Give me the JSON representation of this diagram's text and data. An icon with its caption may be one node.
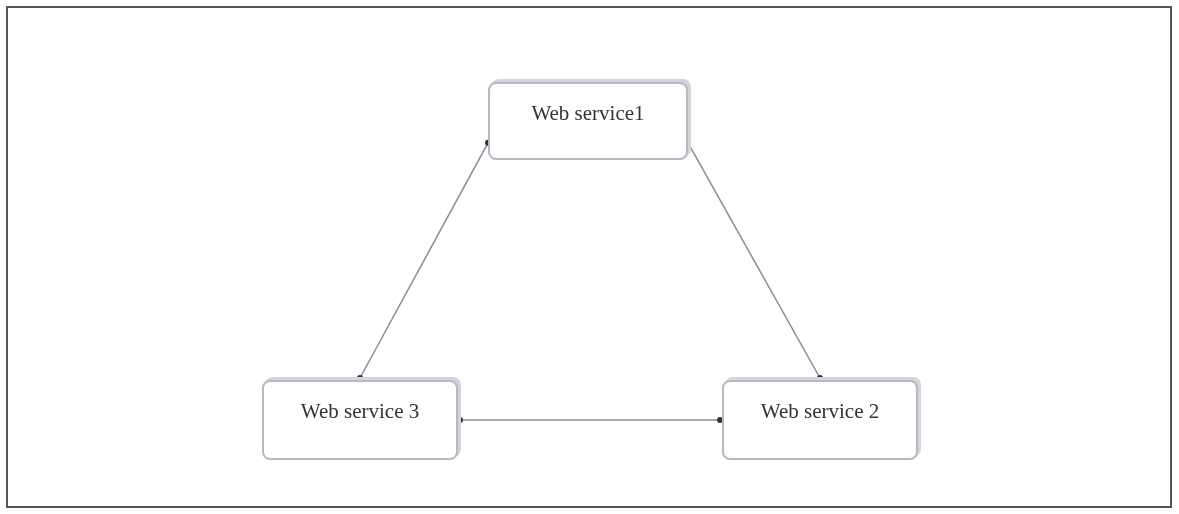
{
  "diagram": {
    "nodes": [
      {
        "text": [
          "Web service1"
        ]
      },
      {
        "text": [
          "Web service 2"
        ]
      },
      {
        "text": [
          "Web service 3"
        ]
      }
    ],
    "edges": [
      {
        "from": 0,
        "to": 2,
        "arrow": "other"
      },
      {
        "from": 0,
        "to": 1,
        "arrow": "other"
      },
      {
        "from": 2,
        "to": 1,
        "arrow": "other"
      }
    ]
  }
}
